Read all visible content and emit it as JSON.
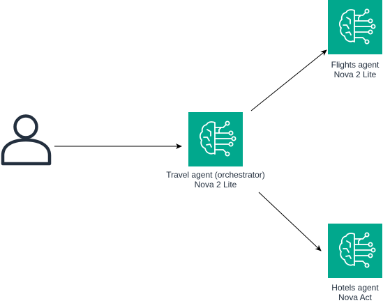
{
  "colors": {
    "agent_fill": "#01a88d",
    "agent_icon": "#ffffff",
    "user_icon": "#232f3e",
    "arrow": "#000000",
    "text": "#232f3e"
  },
  "nodes": {
    "user": {
      "icon": "user-icon"
    },
    "orchestrator": {
      "icon": "brain-circuit-icon",
      "title": "Travel agent (orchestrator)",
      "model": "Nova 2 Lite"
    },
    "flights": {
      "icon": "brain-circuit-icon",
      "title": "Flights agent",
      "model": "Nova 2 Lite"
    },
    "hotels": {
      "icon": "brain-circuit-icon",
      "title": "Hotels agent",
      "model": "Nova Act"
    }
  },
  "edges": [
    {
      "from": "user",
      "to": "orchestrator"
    },
    {
      "from": "orchestrator",
      "to": "flights"
    },
    {
      "from": "orchestrator",
      "to": "hotels"
    }
  ]
}
